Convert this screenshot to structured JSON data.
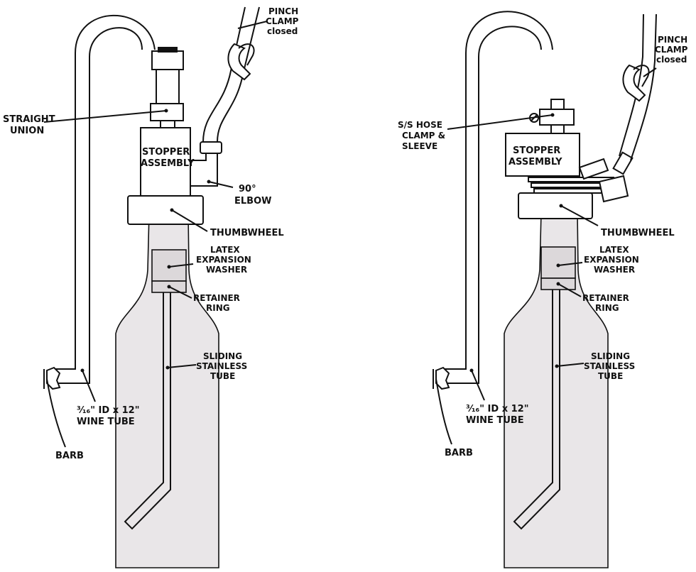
{
  "left_diagram": {
    "labels": {
      "pinch_clamp_1": "PINCH",
      "pinch_clamp_2": "CLAMP",
      "pinch_clamp_3": "closed",
      "straight_union_1": "STRAIGHT",
      "straight_union_2": "UNION",
      "stopper_1": "STOPPER",
      "stopper_2": "ASSEMBLY",
      "elbow_1": "90°",
      "elbow_2": "ELBOW",
      "thumbwheel": "THUMBWHEEL",
      "washer_1": "LATEX",
      "washer_2": "EXPANSION",
      "washer_3": "WASHER",
      "retainer_1": "RETAINER",
      "retainer_2": "RING",
      "sliding_1": "SLIDING",
      "sliding_2": "STAINLESS",
      "sliding_3": "TUBE",
      "wine_tube_1": "³⁄₁₆\" ID x 12\"",
      "wine_tube_2": "WINE TUBE",
      "barb": "BARB"
    }
  },
  "right_diagram": {
    "labels": {
      "pinch_clamp_1": "PINCH",
      "pinch_clamp_2": "CLAMP",
      "pinch_clamp_3": "closed",
      "hose_clamp_1": "S/S HOSE",
      "hose_clamp_2": "CLAMP &",
      "hose_clamp_3": "SLEEVE",
      "stopper_1": "STOPPER",
      "stopper_2": "ASSEMBLY",
      "thumbwheel": "THUMBWHEEL",
      "washer_1": "LATEX",
      "washer_2": "EXPANSION",
      "washer_3": "WASHER",
      "retainer_1": "RETAINER",
      "retainer_2": "RING",
      "sliding_1": "SLIDING",
      "sliding_2": "STAINLESS",
      "sliding_3": "TUBE",
      "wine_tube_1": "³⁄₁₆\" ID x 12\"",
      "wine_tube_2": "WINE TUBE",
      "barb": "BARB"
    }
  }
}
